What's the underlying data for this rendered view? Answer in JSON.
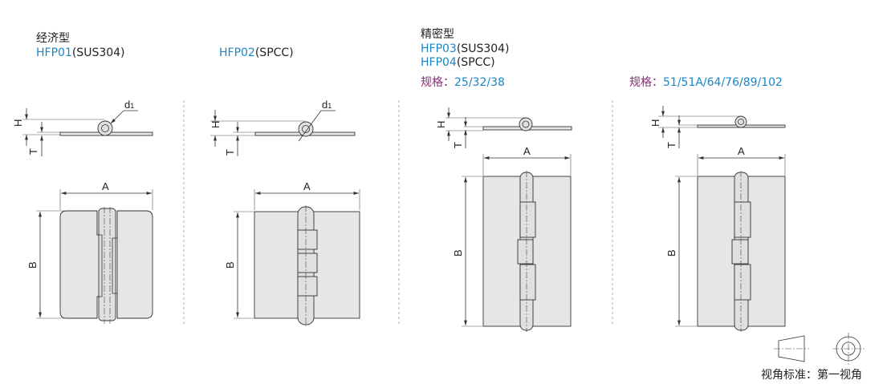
{
  "panels": [
    {
      "type_label": "经济型",
      "models": [
        {
          "code": "HFP01",
          "material": "(SUS304)"
        }
      ]
    },
    {
      "models": [
        {
          "code": "HFP02",
          "material": "(SPCC)"
        }
      ]
    },
    {
      "type_label": "精密型",
      "models": [
        {
          "code": "HFP03",
          "material": "(SUS304)"
        },
        {
          "code": "HFP04",
          "material": "(SPCC)"
        }
      ],
      "spec_label": "规格：",
      "spec_values": "25/32/38"
    },
    {
      "spec_label": "规格：",
      "spec_values": "51/51A/64/76/89/102"
    }
  ],
  "dims": {
    "H": "H",
    "T": "T",
    "A": "A",
    "B": "B",
    "d1": "d",
    "d1_sub": "1"
  },
  "legend": {
    "text": "视角标准：第一视角"
  },
  "colors": {
    "model_code": "#1a86c6",
    "spec_label": "#8e2a7a"
  }
}
